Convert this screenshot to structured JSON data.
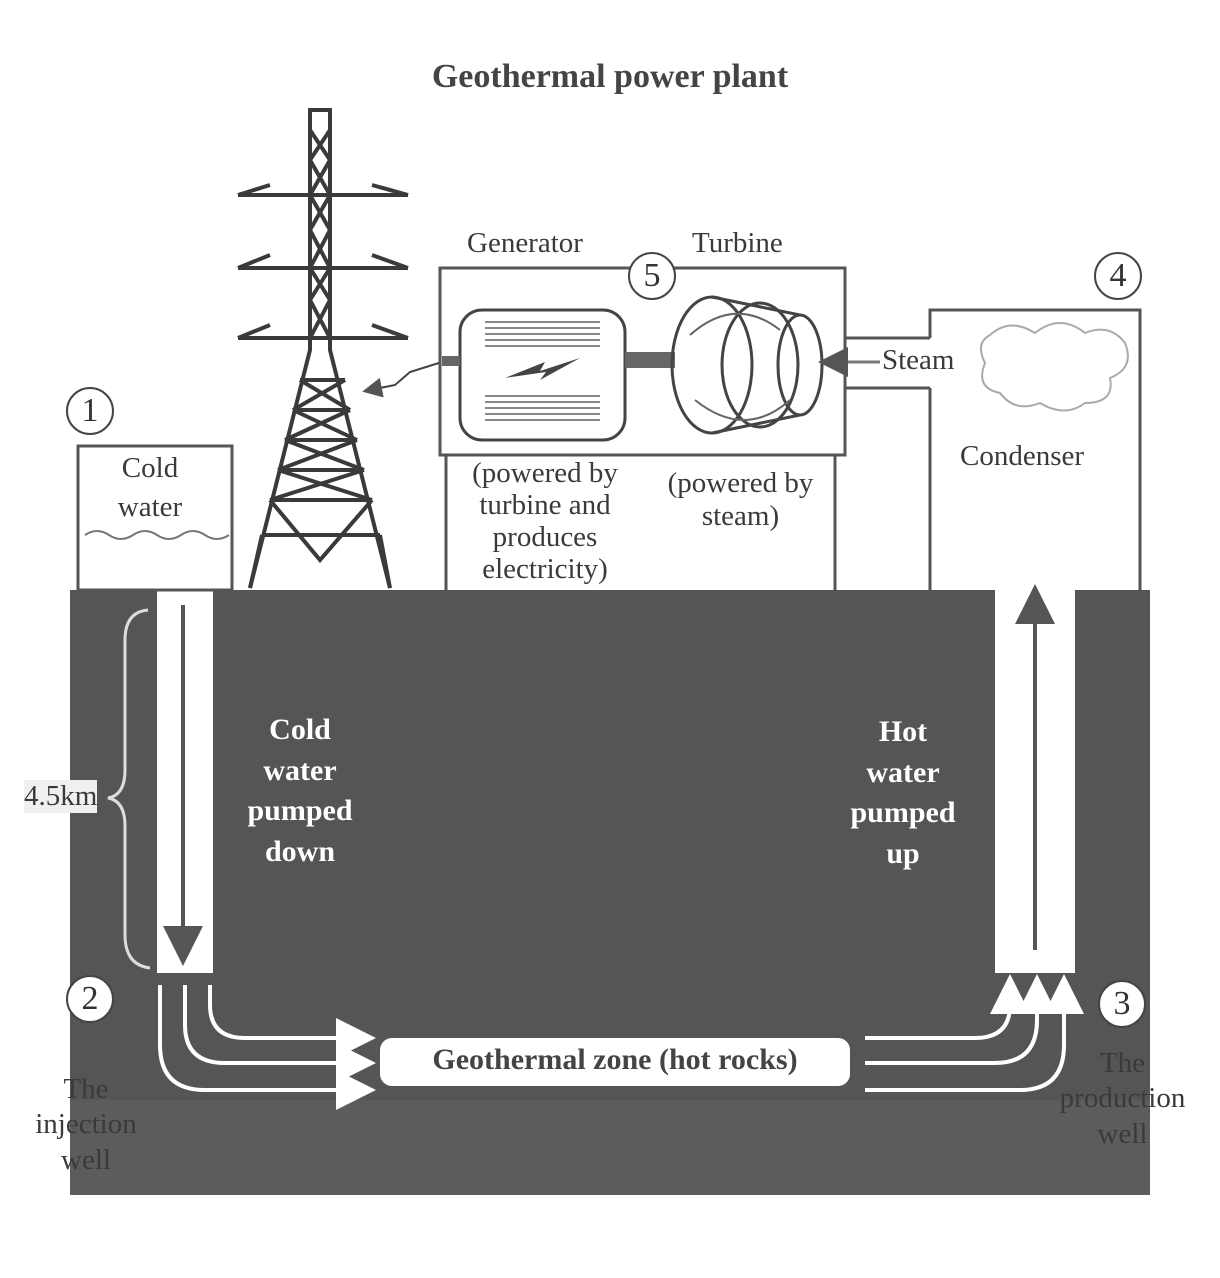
{
  "title": "Geothermal power plant",
  "labels": {
    "generator": "Generator",
    "turbine": "Turbine",
    "steam": "Steam",
    "condenser": "Condenser",
    "cold_water_tank_1": "Cold",
    "cold_water_tank_2": "water",
    "generator_desc": [
      "(powered by",
      "turbine and",
      "produces",
      "electricity)"
    ],
    "turbine_desc": [
      "(powered by",
      "steam)"
    ],
    "depth": "4.5km",
    "cold_pumped": [
      "Cold",
      "water",
      "pumped",
      "down"
    ],
    "hot_pumped": [
      "Hot",
      "water",
      "pumped",
      "up"
    ],
    "zone": "Geothermal zone (hot rocks)",
    "injection_well": [
      "The",
      "injection",
      "well"
    ],
    "production_well": [
      "The",
      "production",
      "well"
    ]
  },
  "step_numbers": {
    "one": "1",
    "two": "2",
    "three": "3",
    "four": "4",
    "five": "5"
  },
  "colors": {
    "ground": "#555555",
    "ground_dark": "#4a4a4a",
    "line": "#555555",
    "white": "#ffffff"
  }
}
